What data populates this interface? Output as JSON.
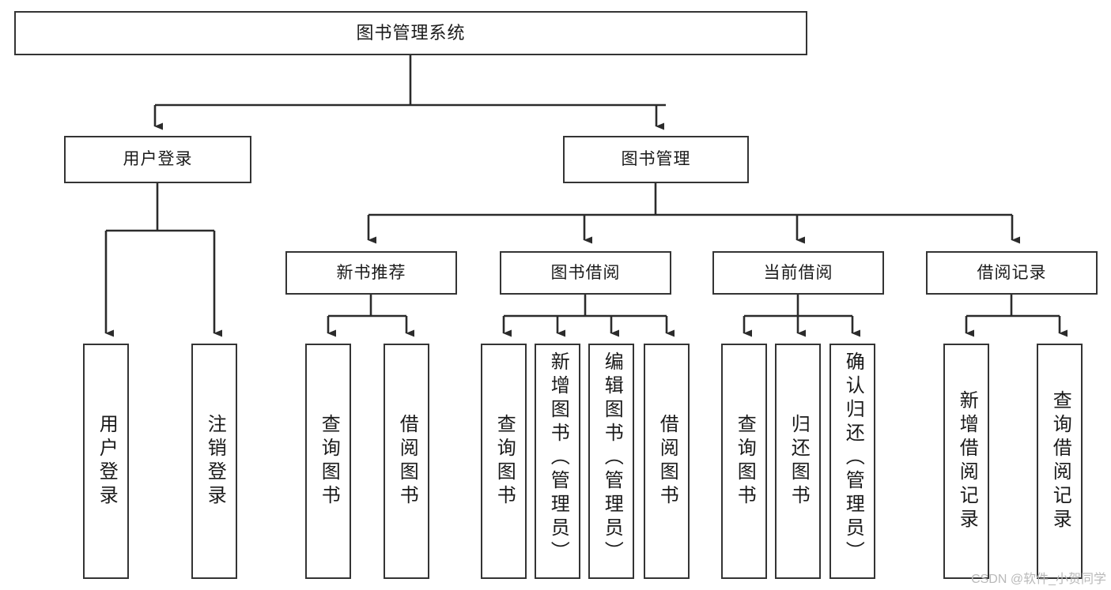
{
  "diagram": {
    "title": "图书管理系统",
    "type": "tree-hierarchy-chart",
    "root": {
      "label": "图书管理系统"
    },
    "level1": [
      {
        "label": "用户登录"
      },
      {
        "label": "图书管理"
      }
    ],
    "level2": [
      {
        "label": "新书推荐"
      },
      {
        "label": "图书借阅"
      },
      {
        "label": "当前借阅"
      },
      {
        "label": "借阅记录"
      }
    ],
    "leaves": {
      "user_login": [
        {
          "label": "用户登录"
        },
        {
          "label": "注销登录"
        }
      ],
      "new_book_recommend": [
        {
          "label": "查询图书"
        },
        {
          "label": "借阅图书"
        }
      ],
      "book_borrow": [
        {
          "label": "查询图书"
        },
        {
          "label": "新增图书（管理员）"
        },
        {
          "label": "编辑图书（管理员）"
        },
        {
          "label": "借阅图书"
        }
      ],
      "current_borrow": [
        {
          "label": "查询图书"
        },
        {
          "label": "归还图书"
        },
        {
          "label": "确认归还（管理员）"
        }
      ],
      "borrow_record": [
        {
          "label": "新增借阅记录"
        },
        {
          "label": "查询借阅记录"
        }
      ]
    }
  },
  "watermark": {
    "text": "CSDN @软件_小贺同学"
  },
  "colors": {
    "box_border": "#343434",
    "box_fill": "#ffffff",
    "text": "#1a1a1a",
    "connector": "#2b2b2b",
    "watermark": "#b9b9b9"
  }
}
